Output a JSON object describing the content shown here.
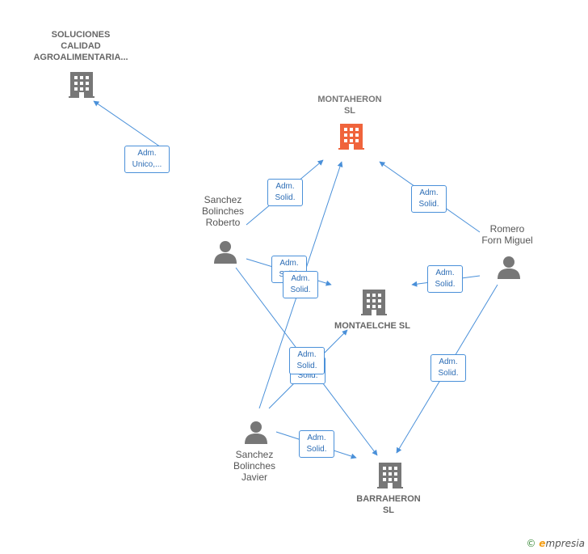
{
  "companies": {
    "soluciones": {
      "lines": [
        "SOLUCIONES",
        "CALIDAD",
        "AGROALIMENTARIA..."
      ],
      "icon": "building-icon",
      "color": "#777777"
    },
    "montaheron": {
      "lines": [
        "MONTAHERON",
        "SL"
      ],
      "icon": "building-icon",
      "color": "#f0643c"
    },
    "montaelche": {
      "lines": [
        "MONTAELCHE SL"
      ],
      "icon": "building-icon",
      "color": "#777777"
    },
    "barraheron": {
      "lines": [
        "BARRAHERON",
        "SL"
      ],
      "icon": "building-icon",
      "color": "#777777"
    }
  },
  "persons": {
    "roberto": {
      "lines": [
        "Sanchez",
        "Bolinches",
        "Roberto"
      ],
      "icon": "person-icon"
    },
    "romero": {
      "lines": [
        "Romero",
        "Forn Miguel"
      ],
      "icon": "person-icon"
    },
    "javier": {
      "lines": [
        "Sanchez",
        "Bolinches",
        "Javier"
      ],
      "icon": "person-icon"
    }
  },
  "edges": [
    {
      "from": "roberto",
      "to": "soluciones",
      "label": [
        "Adm.",
        "Unico,..."
      ]
    },
    {
      "from": "roberto",
      "to": "montaheron",
      "label": [
        "Adm.",
        "Solid."
      ]
    },
    {
      "from": "romero",
      "to": "montaheron",
      "label": [
        "Adm.",
        "Solid."
      ]
    },
    {
      "from": "roberto",
      "to": "montaelche",
      "label": [
        "Adm.",
        "Solid."
      ]
    },
    {
      "from": "javier",
      "to": "montaheron",
      "label": [
        "Adm.",
        "Solid."
      ]
    },
    {
      "from": "romero",
      "to": "montaelche",
      "label": [
        "Adm.",
        "Solid."
      ]
    },
    {
      "from": "roberto",
      "to": "barraheron",
      "label": [
        "Adm.",
        "Solid."
      ]
    },
    {
      "from": "javier",
      "to": "montaelche",
      "label": [
        "Adm.",
        "Solid."
      ]
    },
    {
      "from": "romero",
      "to": "barraheron",
      "label": [
        "Adm.",
        "Solid."
      ]
    },
    {
      "from": "javier",
      "to": "barraheron",
      "label": [
        "Adm.",
        "Solid."
      ]
    }
  ],
  "edge_color": "#4a90d9",
  "footer": {
    "copyright": "©",
    "brand_e": "e",
    "brand_rest": "mpresia"
  }
}
